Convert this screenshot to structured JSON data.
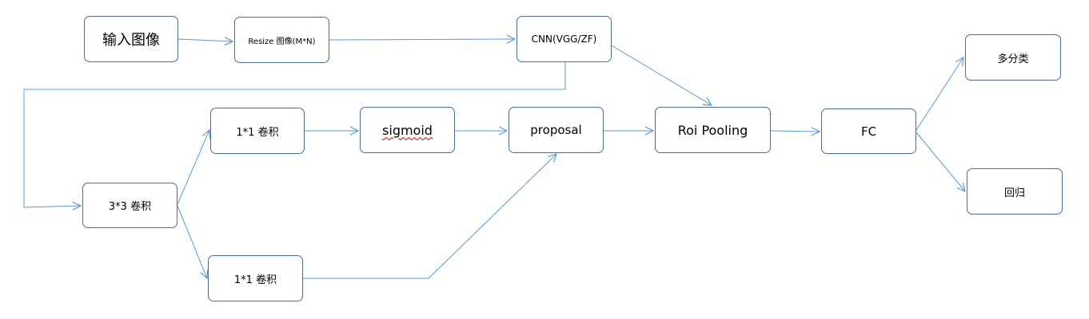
{
  "diagram": {
    "line_color": "#5b9bd5",
    "border_color": "#4f6b8c",
    "nodes": {
      "input": {
        "label": "输入图像"
      },
      "resize": {
        "label": "Resize 图像(M*N)"
      },
      "cnn": {
        "label": "CNN(VGG/ZF)"
      },
      "conv3": {
        "label": "3*3 卷积"
      },
      "conv1a": {
        "label": "1*1 卷积"
      },
      "sigmoid": {
        "label": "sigmoid"
      },
      "proposal": {
        "label": "proposal"
      },
      "roi": {
        "label": "Roi Pooling"
      },
      "fc": {
        "label": "FC"
      },
      "cls": {
        "label": "多分类"
      },
      "reg": {
        "label": "回归"
      },
      "conv1b": {
        "label": "1*1 卷积"
      }
    },
    "edges": [
      {
        "from": "input",
        "to": "resize"
      },
      {
        "from": "resize",
        "to": "cnn"
      },
      {
        "from": "cnn",
        "to": "roi"
      },
      {
        "from": "cnn",
        "to": "conv3"
      },
      {
        "from": "conv3",
        "to": "conv1a"
      },
      {
        "from": "conv3",
        "to": "conv1b"
      },
      {
        "from": "conv1a",
        "to": "sigmoid"
      },
      {
        "from": "sigmoid",
        "to": "proposal"
      },
      {
        "from": "conv1b",
        "to": "proposal"
      },
      {
        "from": "proposal",
        "to": "roi"
      },
      {
        "from": "roi",
        "to": "fc"
      },
      {
        "from": "fc",
        "to": "cls"
      },
      {
        "from": "fc",
        "to": "reg"
      }
    ]
  }
}
